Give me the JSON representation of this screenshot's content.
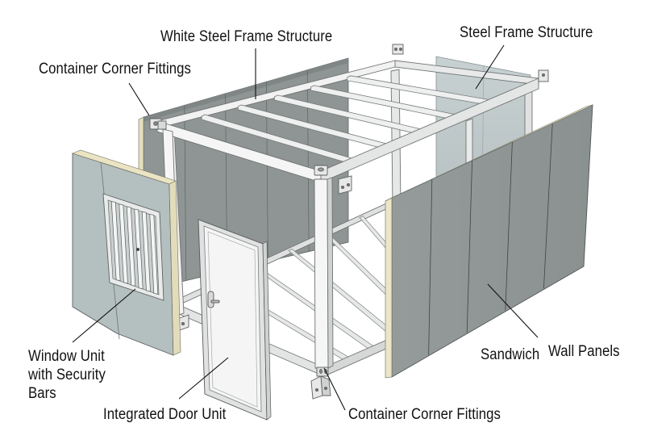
{
  "diagram": {
    "subject": "Exploded view of a prefabricated container house",
    "colors": {
      "background": "#ffffff",
      "frame": "#f0f1f0",
      "frame_shadow": "#c9cccb",
      "frame_outline": "#6f7372",
      "panel_dark": "#8d9493",
      "panel_mid": "#979e9d",
      "panel_light": "#b9c3c3",
      "panel_far": "#c8d2d3",
      "insulation_core": "#ece6c6",
      "door": "#f3f4f3",
      "leader_line": "#111111",
      "text": "#111111"
    },
    "labels": {
      "white_steel_frame": "White Steel Frame Structure",
      "steel_frame": "Steel Frame Structure",
      "corner_fittings_top": "Container Corner Fittings",
      "window_unit": "Window Unit\nwith Security\nBars",
      "door_unit": "Integrated Door Unit",
      "corner_fittings_bottom": "Container Corner Fittings",
      "wall_panels_1": "Sandwich",
      "wall_panels_2": "Wall Panels"
    },
    "components": [
      {
        "id": "steel-frame",
        "name": "White Steel Frame Structure"
      },
      {
        "id": "back-wall-panel",
        "name": "Sandwich Wall Panel (rear)"
      },
      {
        "id": "far-wall-panel",
        "name": "Steel Frame Structure side panel"
      },
      {
        "id": "right-wall-panel",
        "name": "Sandwich Wall Panels"
      },
      {
        "id": "window-panel",
        "name": "Window Unit with Security Bars"
      },
      {
        "id": "door",
        "name": "Integrated Door Unit"
      },
      {
        "id": "corner-fittings",
        "name": "Container Corner Fittings"
      }
    ],
    "right_panel_segments": 5,
    "back_panel_segments": 5,
    "roof_cross_beams": 5,
    "floor_cross_beams": 5,
    "window_security_bars": 6
  }
}
